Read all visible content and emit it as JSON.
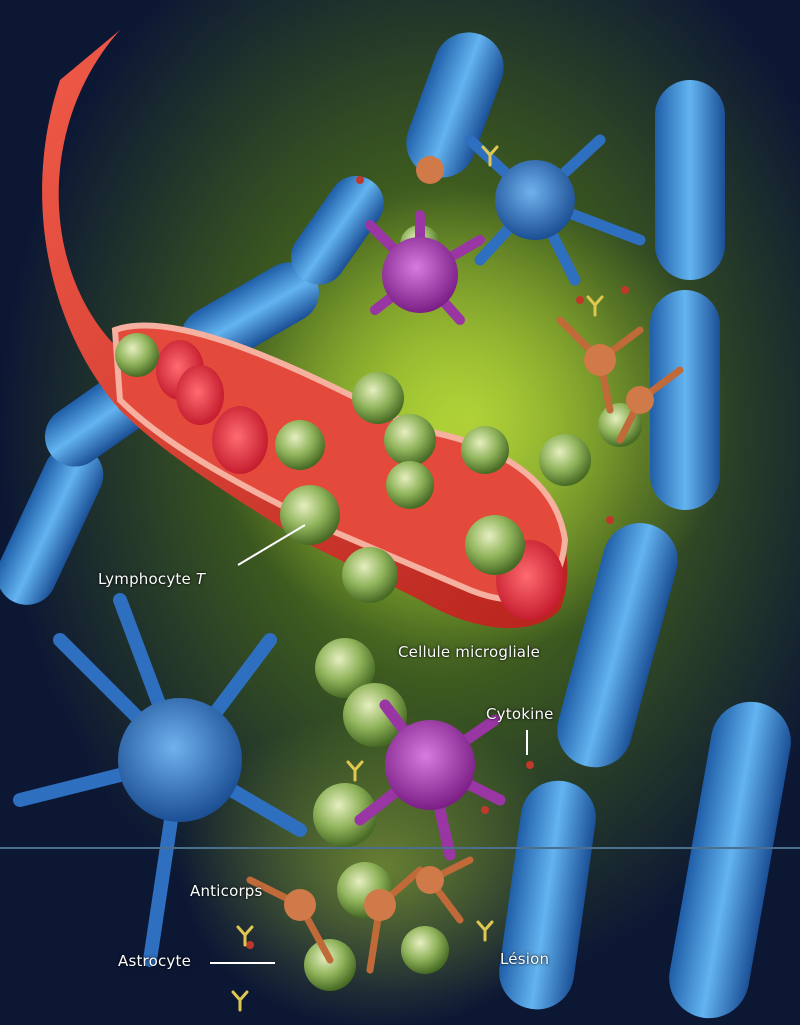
{
  "labels": {
    "lymphocyte": "Lymphocyte",
    "lymphocyte_suffix": "T",
    "microglial": "Cellule microgliale",
    "cytokine": "Cytokine",
    "antibody": "Anticorps",
    "astrocyte": "Astrocyte",
    "lesion": "Lésion"
  },
  "colors": {
    "background_dark": "#0e1a3a",
    "glow_green": "#7da62a",
    "blood_vessel": "#e0372c",
    "myelin_blue": "#3f8fd8",
    "lymphocyte_green": "#7fa65a",
    "microglia_purple": "#a23ea8",
    "astrocyte_orange": "#d07a4a",
    "cytokine_red": "#c0382a",
    "antibody_yellow": "#d9c24a"
  }
}
